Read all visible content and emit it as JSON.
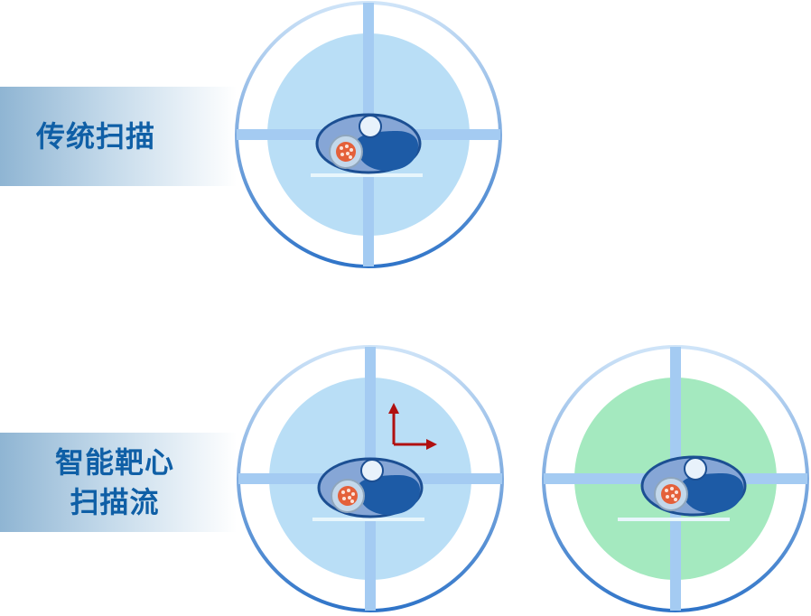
{
  "labels": {
    "traditional": "传统扫描",
    "smart_line1": "智能靶心",
    "smart_line2": "扫描流"
  },
  "colors": {
    "ring_light": "#bfdcf6",
    "ring_dark": "#2f74c8",
    "field_blue": "#b9def6",
    "field_green": "#a4e9bf",
    "crosshair": "#a4cbf2",
    "body_fill": "#86a6d6",
    "body_stroke": "#1c4f93",
    "head_fill": "#e8f2fb",
    "torso_fill": "#1d5ba6",
    "tumor_fill": "#e4603a",
    "arrow": "#b01010"
  }
}
